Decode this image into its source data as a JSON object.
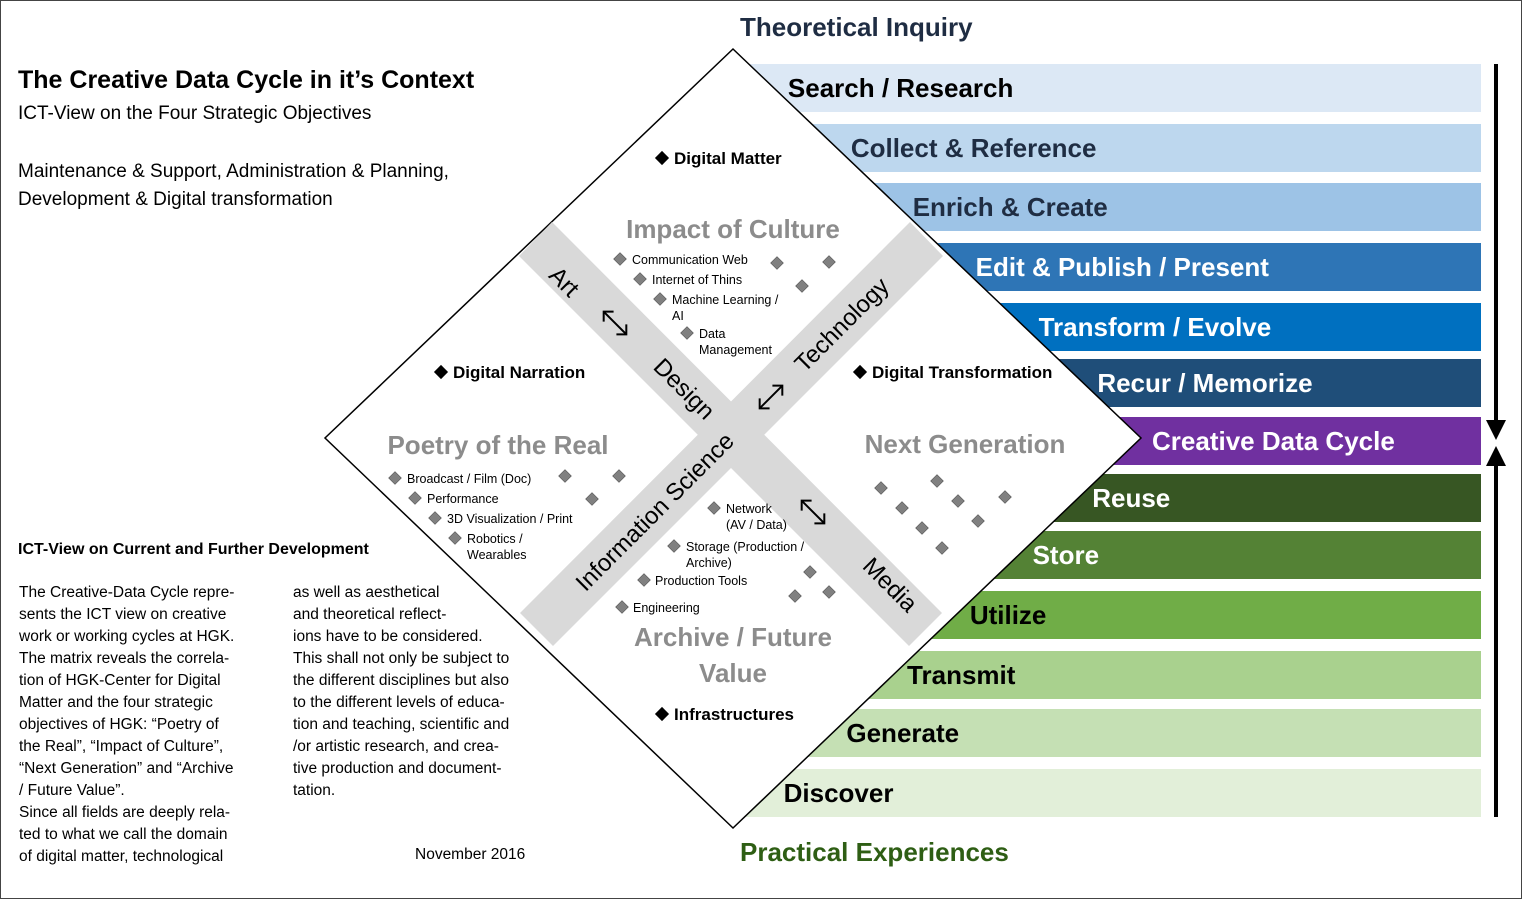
{
  "title": "The Creative Data Cycle in it’s Context",
  "subtitle": "ICT-View on the Four Strategic Objectives",
  "objectives_text": "Maintenance & Support, Administration & Planning, Development & Digital transformation",
  "section_heading": "ICT-View on Current and Further Development",
  "body_col1": [
    "The Creative-Data Cycle repre-",
    "sents the ICT view on creative",
    "work or working cycles at HGK.",
    "The matrix reveals the correla-",
    "tion of HGK-Center for Digital",
    "Matter and the four strategic",
    "objectives of HGK: “Poetry of",
    "the Real”, “Impact of Culture”,",
    "“Next Generation” and “Archive",
    "/ Future Value”.",
    "Since all fields are deeply rela-",
    "ted to what we call the domain",
    "of digital matter, technological"
  ],
  "body_col2": [
    "as well as aesthetical",
    "and theoretical reflect-",
    "ions have to be considered.",
    "This shall not only be subject to",
    "the different disciplines but also",
    "to the different levels of educa-",
    "tion and teaching,  scientific and",
    "/or artistic research, and crea-",
    "tive production and document-",
    "tation."
  ],
  "date": "November 2016",
  "top_label": "Theoretical Inquiry",
  "bottom_label": "Practical Experiences",
  "quadrants": {
    "culture": {
      "title": "Impact of Culture",
      "items": [
        "Communication Web",
        "Internet of Thins",
        "Machine Learning /",
        "AI",
        "Data",
        "Management"
      ]
    },
    "poetry": {
      "title": "Poetry of the Real",
      "items": [
        "Broadcast / Film (Doc)",
        "Performance",
        "3D Visualization / Print",
        "Robotics /",
        "Wearables"
      ]
    },
    "next": {
      "title": "Next Generation"
    },
    "archive": {
      "title_line1": "Archive / Future",
      "title_line2": "Value",
      "items": [
        "Network",
        "(AV / Data)",
        "Storage (Production /",
        "Archive)",
        "Production Tools",
        "Engineering"
      ]
    }
  },
  "corners": {
    "top": "Digital Matter",
    "left": "Digital Narration",
    "right": "Digital Transformation",
    "bottom": "Infrastructures"
  },
  "bands": {
    "art": "Art",
    "design": "Design",
    "media": "Media",
    "infosci": "Information Science",
    "technology": "Technology"
  },
  "stack_bars": [
    {
      "label": "Search / Research",
      "fill": "#dce8f5",
      "text": "#000000"
    },
    {
      "label": "Collect & Reference",
      "fill": "#bdd7ee",
      "text": "#1f2d43"
    },
    {
      "label": "Enrich & Create",
      "fill": "#9dc3e6",
      "text": "#1f2d43"
    },
    {
      "label": "Edit & Publish  / Present",
      "fill": "#2e75b6",
      "text": "#ffffff"
    },
    {
      "label": "Transform / Evolve",
      "fill": "#0070c0",
      "text": "#ffffff"
    },
    {
      "label": "Recur / Memorize",
      "fill": "#1f4e79",
      "text": "#ffffff"
    },
    {
      "label": "Creative Data Cycle",
      "fill": "#7030a0",
      "text": "#ffffff"
    },
    {
      "label": "Reuse",
      "fill": "#375623",
      "text": "#ffffff"
    },
    {
      "label": "Store",
      "fill": "#548235",
      "text": "#ffffff"
    },
    {
      "label": "Utilize",
      "fill": "#70ad47",
      "text": "#000000"
    },
    {
      "label": "Transmit",
      "fill": "#a9d18e",
      "text": "#000000"
    },
    {
      "label": "Generate",
      "fill": "#c5e0b4",
      "text": "#000000"
    },
    {
      "label": "Discover",
      "fill": "#e2efd9",
      "text": "#000000"
    }
  ],
  "colors": {
    "quadrant_title": "#8c8c8c",
    "band": "#d9d9d9",
    "diamond_marker": "#808080"
  }
}
